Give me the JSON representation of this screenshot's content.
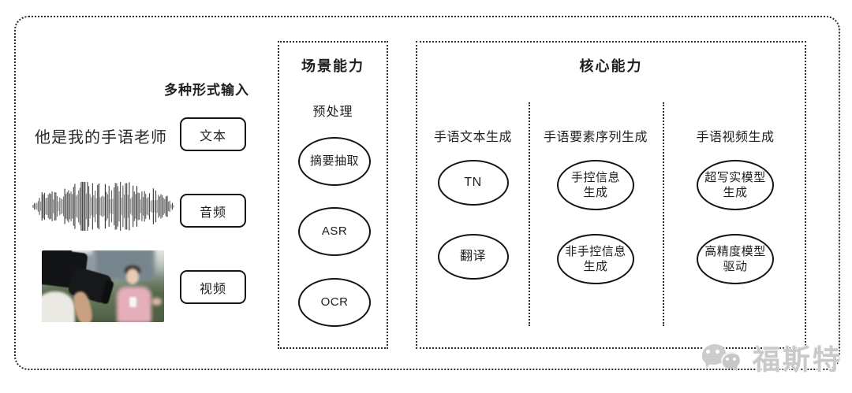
{
  "colors": {
    "ink": "#1f1f1f",
    "background": "#ffffff",
    "watermark": "#c9c9c9"
  },
  "input_section": {
    "heading": "多种形式输入",
    "sample_text": "他是我的手语老师",
    "inputs": [
      {
        "label": "文本"
      },
      {
        "label": "音频"
      },
      {
        "label": "视频"
      }
    ],
    "media": {
      "waveform_icon": "audio-waveform-icon",
      "photo_icon": "reporter-interview-photo"
    }
  },
  "scene_box": {
    "title": "场景能力",
    "subtitle": "预处理",
    "nodes": [
      "摘要抽取",
      "ASR",
      "OCR"
    ]
  },
  "core_box": {
    "title": "核心能力",
    "columns": [
      {
        "header": "手语文本生成",
        "nodes": [
          "TN",
          "翻译"
        ]
      },
      {
        "header": "手语要素序列生成",
        "nodes": [
          "手控信息\n生成",
          "非手控信息\n生成"
        ]
      },
      {
        "header": "手语视频生成",
        "nodes": [
          "超写实模型\n生成",
          "高精度模型\n驱动"
        ]
      }
    ]
  },
  "watermark": {
    "text": "福斯特",
    "logo_icon": "wechat-bubbles-icon"
  }
}
